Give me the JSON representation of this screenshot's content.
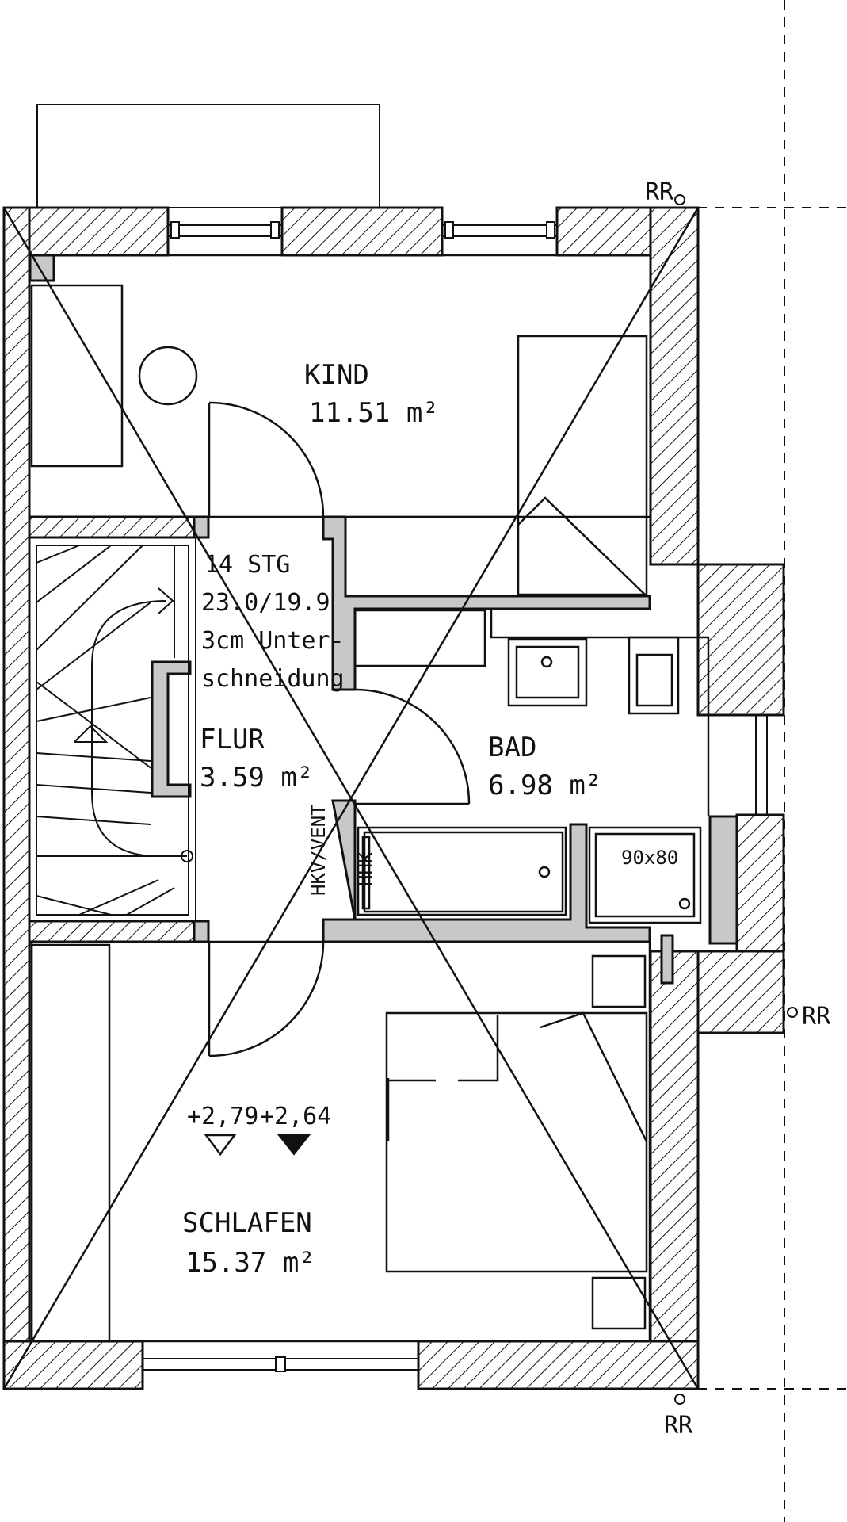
{
  "rooms": {
    "kind": {
      "name": "KIND",
      "area": "11.51 m²"
    },
    "flur": {
      "name": "FLUR",
      "area": "3.59 m²"
    },
    "bad": {
      "name": "BAD",
      "area": "6.98 m²"
    },
    "schlafen": {
      "name": "SCHLAFEN",
      "area": "15.37 m²"
    }
  },
  "stair": {
    "line1": "14 STG",
    "line2": "23.0/19.9",
    "line3": "3cm Unter-",
    "line4": "schneidung"
  },
  "shaft": {
    "hkv_vent": "HKV/VENT",
    "hhk": "HHK"
  },
  "shower": {
    "size": "90x80"
  },
  "levels": {
    "upper": "+2,79",
    "lower": "+2,64"
  },
  "markers": {
    "rr_top": "RR",
    "rr_right": "RR",
    "rr_bottom": "RR"
  },
  "colors": {
    "line": "#111111",
    "wall_fill": "#c8c8c8",
    "background": "#ffffff"
  },
  "icons": {
    "hatch": "diagonal-hatch-pattern",
    "level_open": "open-triangle-level-icon",
    "level_filled": "filled-triangle-level-icon"
  }
}
